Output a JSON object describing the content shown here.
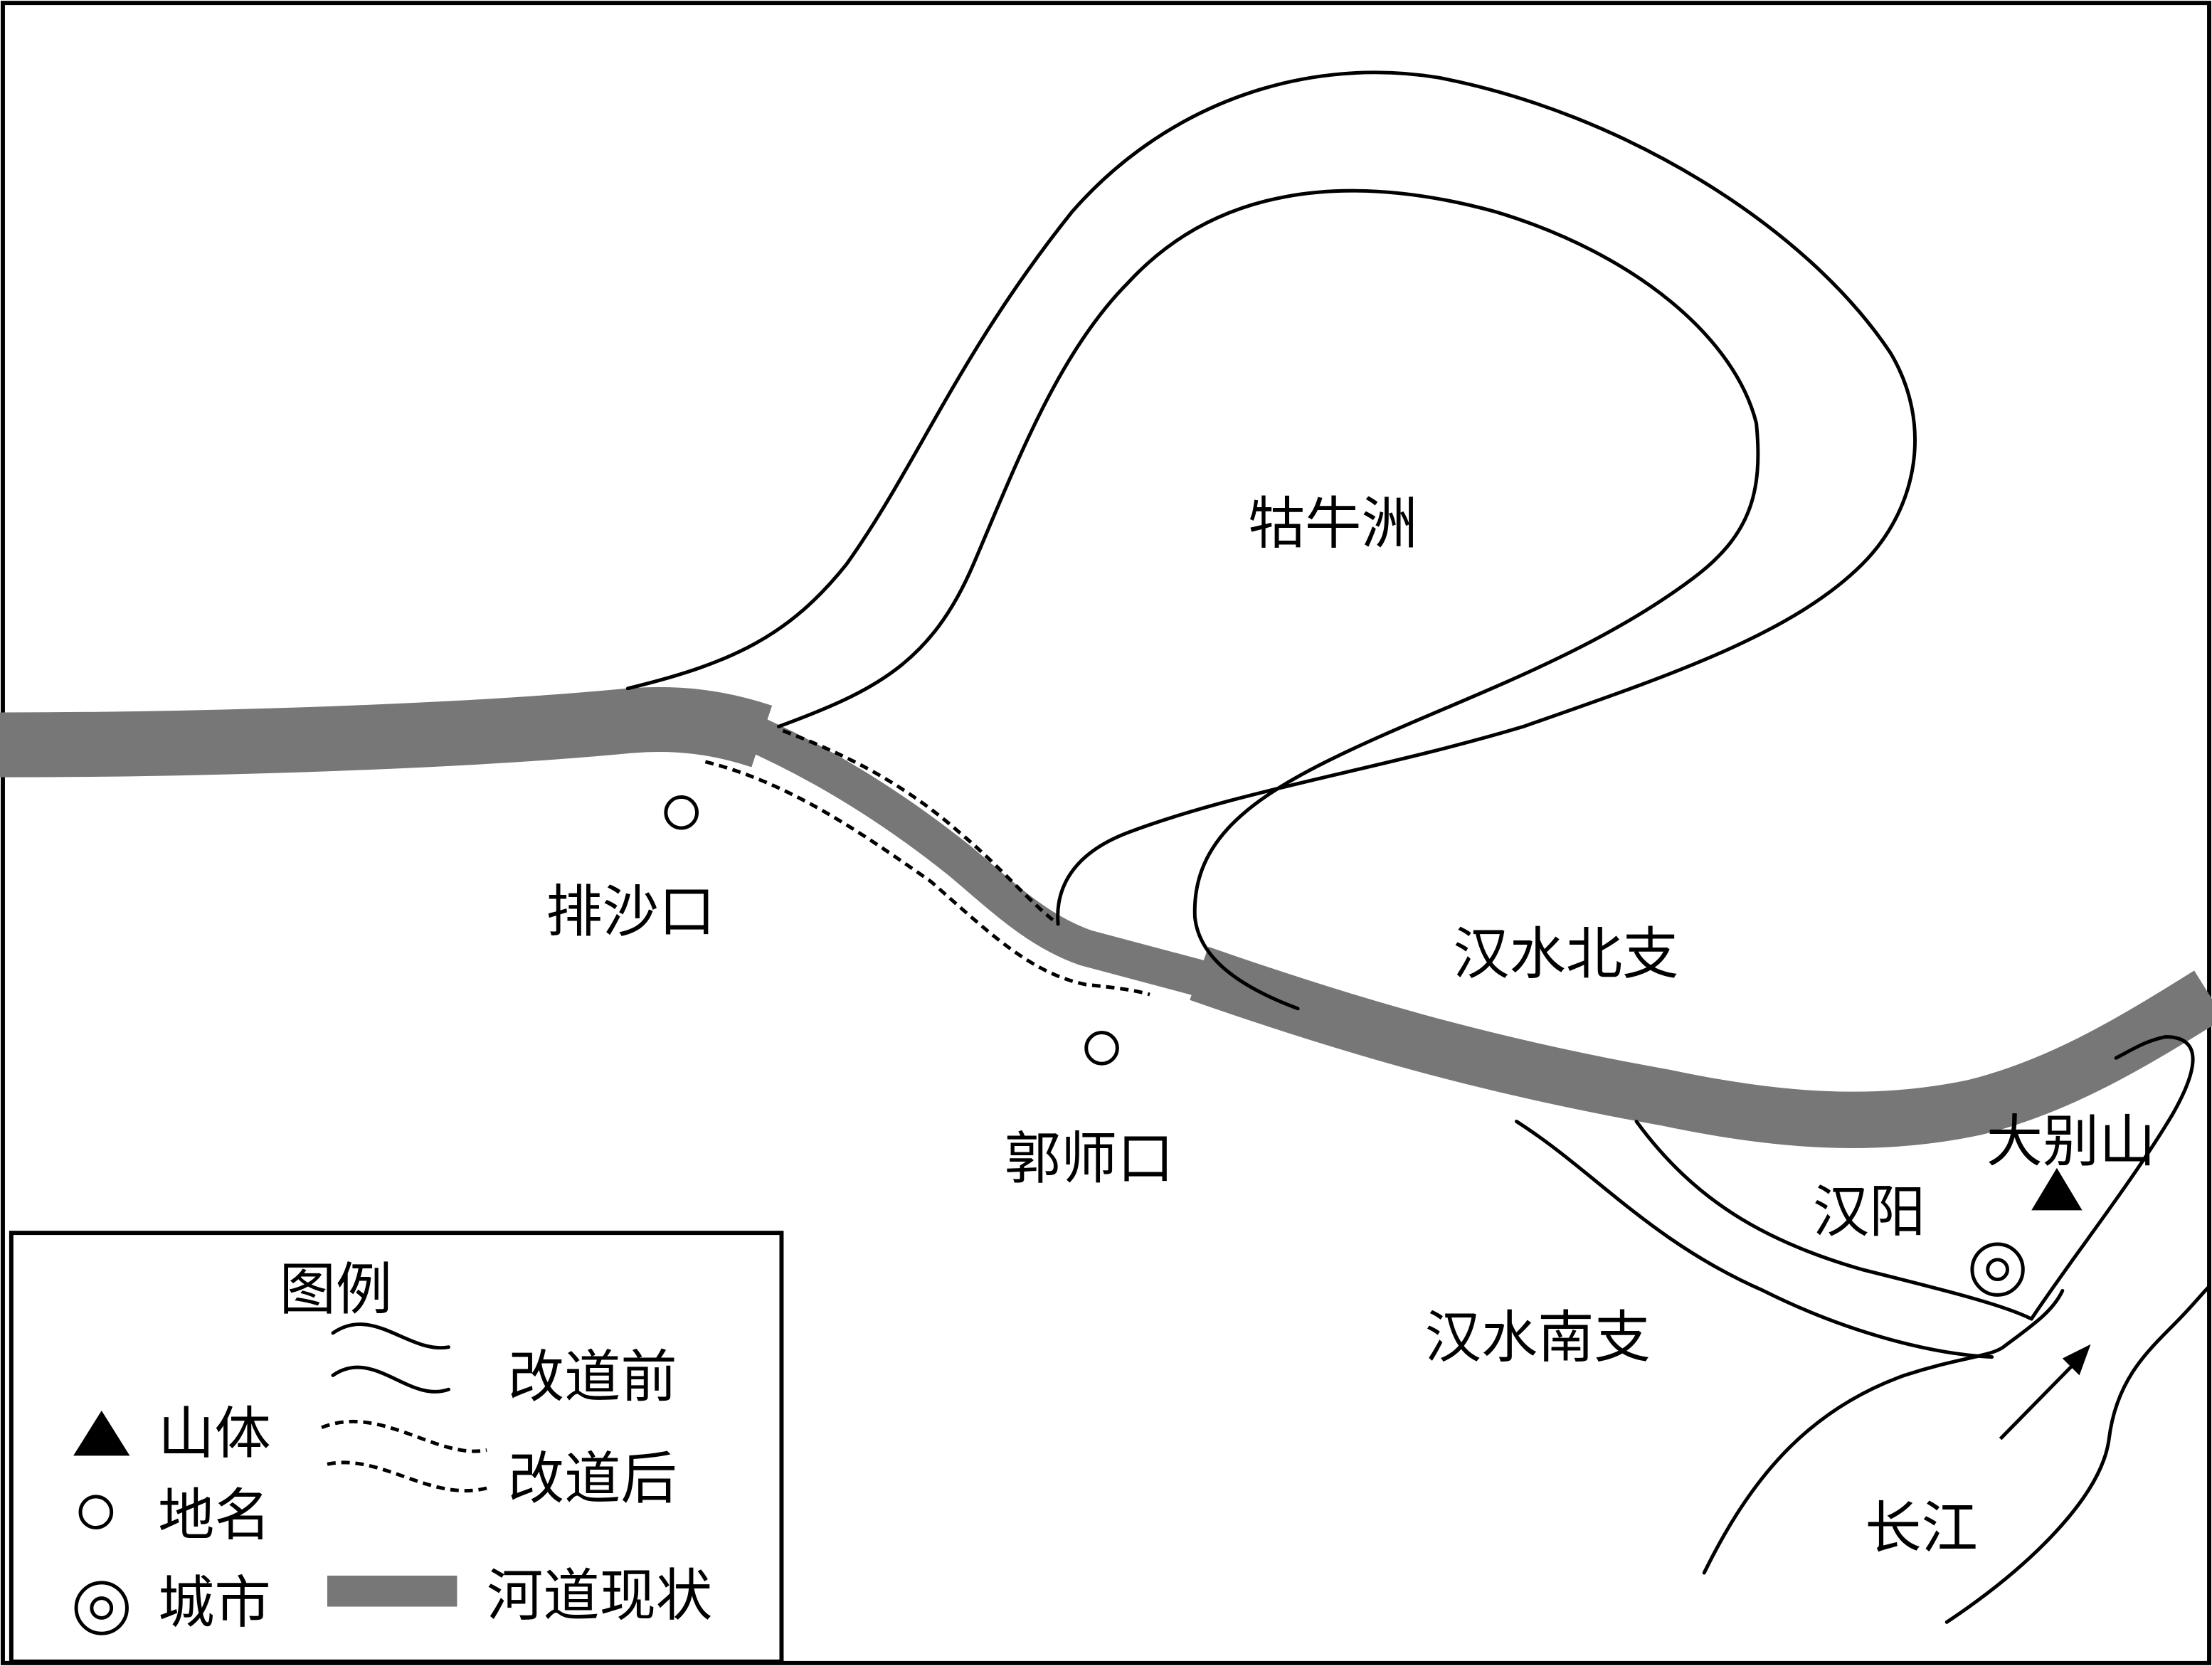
{
  "map": {
    "labels": {
      "island": "牯牛洲",
      "paishakou": "排沙口",
      "guoshikou": "郭师口",
      "north_branch": "汉水北支",
      "south_branch": "汉水南支",
      "hanyang": "汉阳",
      "dabieshan": "大别山",
      "yangtze": "长江"
    },
    "colors": {
      "current_channel": "#777777"
    }
  },
  "legend": {
    "title": "图例",
    "before": "改道前",
    "after": "改道后",
    "mountain": "山体",
    "place": "地名",
    "city": "城市",
    "current": "河道现状"
  }
}
